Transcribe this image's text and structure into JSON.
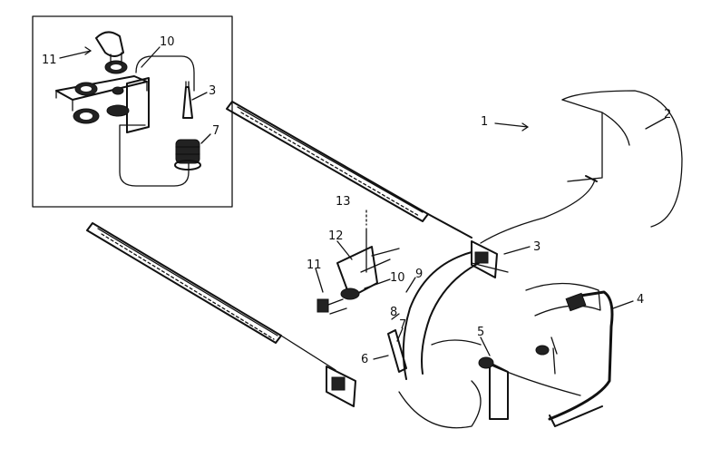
{
  "inset": {
    "callouts": [
      {
        "id": "inset-11",
        "text": "11"
      },
      {
        "id": "inset-10",
        "text": "10"
      },
      {
        "id": "inset-3",
        "text": "3"
      },
      {
        "id": "inset-7",
        "text": "7"
      }
    ]
  },
  "main": {
    "callouts": [
      {
        "id": "c1",
        "text": "1"
      },
      {
        "id": "c2",
        "text": "2"
      },
      {
        "id": "c3",
        "text": "3"
      },
      {
        "id": "c4",
        "text": "4"
      },
      {
        "id": "c5",
        "text": "5"
      },
      {
        "id": "c6",
        "text": "6"
      },
      {
        "id": "c7",
        "text": "7"
      },
      {
        "id": "c8",
        "text": "8"
      },
      {
        "id": "c9",
        "text": "9"
      },
      {
        "id": "c10",
        "text": "10"
      },
      {
        "id": "c11",
        "text": "11"
      },
      {
        "id": "c12",
        "text": "12"
      },
      {
        "id": "c13",
        "text": "13"
      }
    ]
  }
}
